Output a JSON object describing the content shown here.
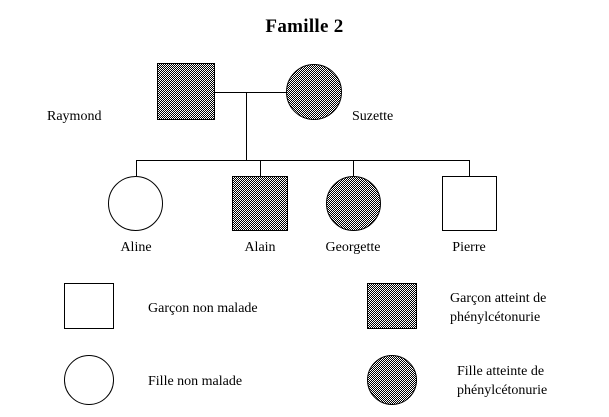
{
  "title": "Famille 2",
  "pedigree": {
    "generation1": [
      {
        "id": "father",
        "name": "Raymond",
        "sex": "male",
        "shape": "square",
        "affected": true,
        "label_position": "left"
      },
      {
        "id": "mother",
        "name": "Suzette",
        "sex": "female",
        "shape": "circle",
        "affected": true,
        "label_position": "right"
      }
    ],
    "generation2": [
      {
        "id": "child1",
        "name": "Aline",
        "sex": "female",
        "shape": "circle",
        "affected": false
      },
      {
        "id": "child2",
        "name": "Alain",
        "sex": "male",
        "shape": "square",
        "affected": true
      },
      {
        "id": "child3",
        "name": "Georgette",
        "sex": "female",
        "shape": "circle",
        "affected": true
      },
      {
        "id": "child4",
        "name": "Pierre",
        "sex": "male",
        "shape": "square",
        "affected": false
      }
    ]
  },
  "legend": {
    "items": [
      {
        "key": "unaffected_male",
        "shape": "square",
        "affected": false,
        "text": "Garçon non malade",
        "line1": "Garçon non malade",
        "line2": ""
      },
      {
        "key": "affected_male",
        "shape": "square",
        "affected": true,
        "text": "Garçon atteint de phénylcétonurie",
        "line1": "Garçon atteint de",
        "line2": "phénylcétonurie"
      },
      {
        "key": "unaffected_female",
        "shape": "circle",
        "affected": false,
        "text": "Fille non malade",
        "line1": "Fille non malade",
        "line2": ""
      },
      {
        "key": "affected_female",
        "shape": "circle",
        "affected": true,
        "text": "Fille atteinte de phénylcétonurie",
        "line1": "Fille atteinte de",
        "line2": "phénylcétonurie"
      }
    ]
  },
  "colors": {
    "background": "#ffffff",
    "stroke": "#000000",
    "affected_fill": "#808080",
    "unaffected_fill": "#ffffff"
  }
}
